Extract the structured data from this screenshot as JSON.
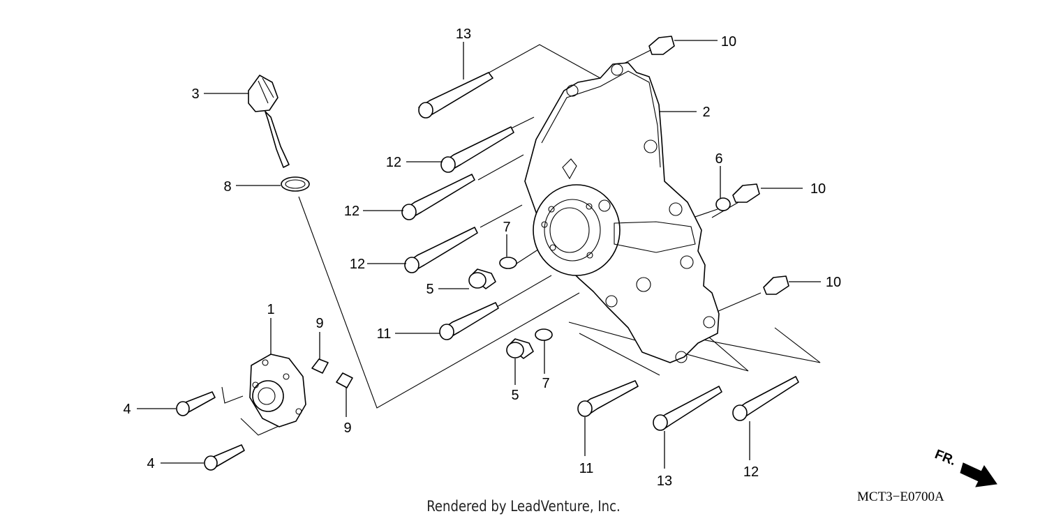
{
  "diagram": {
    "callouts": [
      {
        "id": "c13a",
        "text": "13"
      },
      {
        "id": "c10a",
        "text": "10"
      },
      {
        "id": "c3",
        "text": "3"
      },
      {
        "id": "c2",
        "text": "2"
      },
      {
        "id": "c12a",
        "text": "12"
      },
      {
        "id": "c6",
        "text": "6"
      },
      {
        "id": "c10b",
        "text": "10"
      },
      {
        "id": "c8",
        "text": "8"
      },
      {
        "id": "c12b",
        "text": "12"
      },
      {
        "id": "c7a",
        "text": "7"
      },
      {
        "id": "c12c",
        "text": "12"
      },
      {
        "id": "c5a",
        "text": "5"
      },
      {
        "id": "c10c",
        "text": "10"
      },
      {
        "id": "c1",
        "text": "1"
      },
      {
        "id": "c9a",
        "text": "9"
      },
      {
        "id": "c11a",
        "text": "11"
      },
      {
        "id": "c5b",
        "text": "5"
      },
      {
        "id": "c7b",
        "text": "7"
      },
      {
        "id": "c4a",
        "text": "4"
      },
      {
        "id": "c9b",
        "text": "9"
      },
      {
        "id": "c4b",
        "text": "4"
      },
      {
        "id": "c11b",
        "text": "11"
      },
      {
        "id": "c13b",
        "text": "13"
      },
      {
        "id": "c12d",
        "text": "12"
      }
    ],
    "direction_label": "FR.",
    "diagram_code": "MCT3−E0700A"
  },
  "footer": {
    "credit": "Rendered by LeadVenture, Inc."
  }
}
